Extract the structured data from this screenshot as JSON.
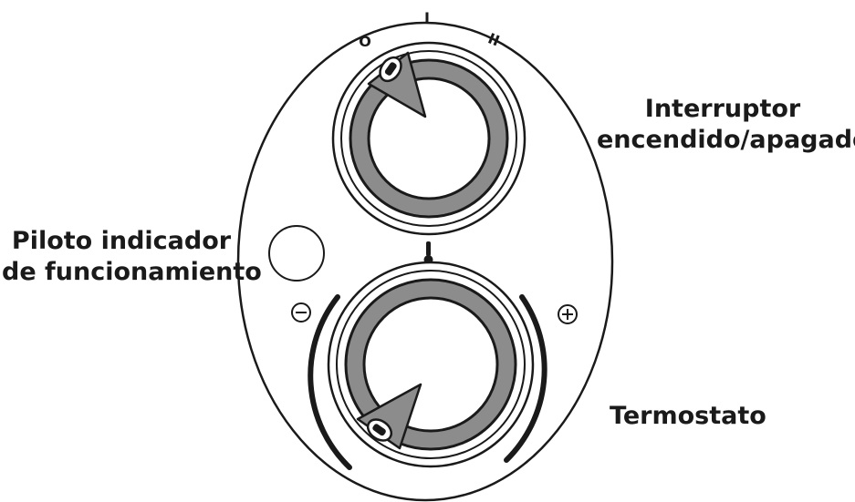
{
  "labels": {
    "switch_line1": "Interruptor",
    "switch_line2": "encendido/apagado",
    "pilot_line1": "Piloto indicador",
    "pilot_line2": "de funcionamiento",
    "thermostat": "Termostato"
  },
  "switch_positions": [
    "O",
    "I",
    "II"
  ],
  "icons": {
    "minus": "minus-circle-icon",
    "plus": "plus-circle-icon",
    "thermometer": "thermometer-icon"
  },
  "colors": {
    "knob_ring": "#8c8c8c",
    "line": "#1a1a1a",
    "background": "#ffffff"
  }
}
